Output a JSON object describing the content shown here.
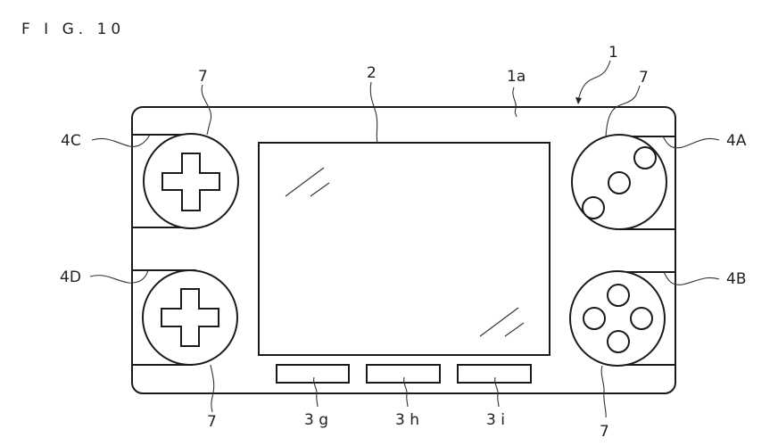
{
  "figure": {
    "title": "F I G. 10"
  },
  "labels": {
    "device": "1",
    "housing": "1a",
    "screen": "2",
    "grip_top_left": "4C",
    "grip_bottom_left": "4D",
    "grip_top_right": "4A",
    "grip_bottom_right": "4B",
    "controller_tl": "7",
    "controller_bl": "7",
    "controller_tr": "7",
    "controller_br": "7",
    "button_g": "3 g",
    "button_h": "3 h",
    "button_i": "3 i"
  },
  "components": {
    "top_left_controller": "dpad",
    "bottom_left_controller": "dpad",
    "top_right_controller": "three-diagonal-buttons",
    "bottom_right_controller": "four-face-buttons",
    "bottom_buttons": [
      "3g",
      "3h",
      "3i"
    ]
  }
}
